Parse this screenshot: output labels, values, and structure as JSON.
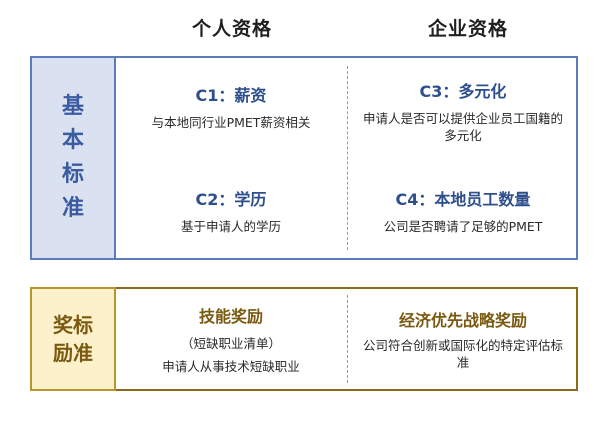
{
  "headers": {
    "personal": "个人资格",
    "corporate": "企业资格"
  },
  "basic": {
    "label": "基本标准",
    "c1": {
      "title": "C1：薪资",
      "desc": "与本地同行业PMET薪资相关"
    },
    "c2": {
      "title": "C2：学历",
      "desc": "基于申请人的学历"
    },
    "c3": {
      "title": "C3：多元化",
      "desc": "申请人是否可以提供企业员工国籍的多元化"
    },
    "c4": {
      "title": "C4：本地员工数量",
      "desc": "公司是否聘请了足够的PMET"
    }
  },
  "bonus": {
    "label": "奖标励准",
    "skill": {
      "title": "技能奖励",
      "sub": "（短缺职业清单）",
      "desc": "申请人从事技术短缺职业"
    },
    "strategic": {
      "title": "经济优先战略奖励",
      "desc": "公司符合创新或国际化的特定评估标准"
    }
  },
  "colors": {
    "basic_border": "#5b7bbd",
    "basic_fill": "#dae2f2",
    "basic_text": "#3b5ca0",
    "bonus_border": "#b8962c",
    "bonus_fill": "#fdf1cc",
    "bonus_text": "#7a5a10"
  }
}
